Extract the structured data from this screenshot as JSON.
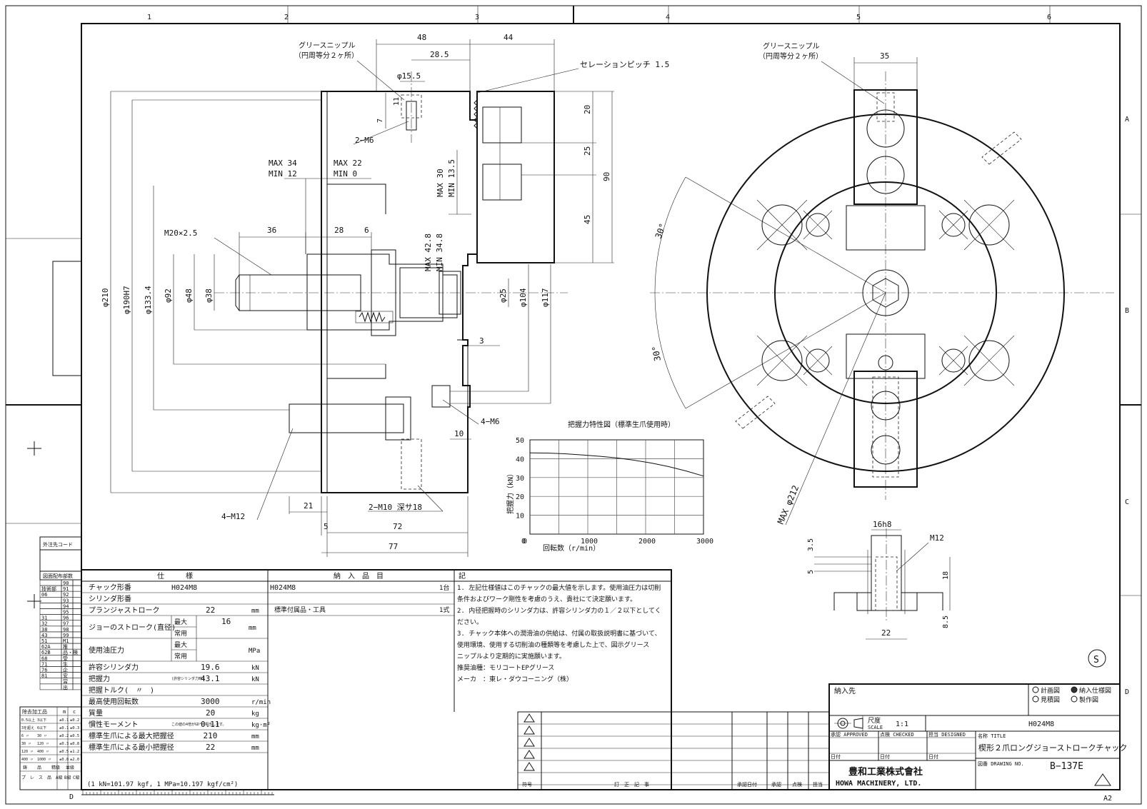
{
  "frame": {
    "zone_columns": [
      "1",
      "2",
      "3",
      "4",
      "5",
      "6"
    ],
    "zone_rows": [
      "A",
      "B",
      "C",
      "D"
    ],
    "bottom_left_letter": "D",
    "sheet_size": "A2"
  },
  "drawing_labels": {
    "grease_nipple": "グリースニップル",
    "grease_nipple_note": "（円周等分２ヶ所）",
    "serration_pitch": "セレーションピッチ 1.5",
    "d48": "48",
    "d44": "44",
    "d28_5": "28.5",
    "phi15_5": "φ15.5",
    "d11": "11",
    "d7": "7",
    "m6_2": "2−M6",
    "max34": "MAX 34",
    "min12": "MIN 12",
    "max22": "MAX 22",
    "min0": "MIN  0",
    "max30": "MAX 30",
    "min13_5": "MIN 13.5",
    "max42_8": "MAX 42.8",
    "min34_8": "MIN 34.8",
    "m20": "M20×2.5",
    "d36": "36",
    "d28": "28",
    "d6": "6",
    "d20": "20",
    "d25": "25",
    "d45": "45",
    "d90": "90",
    "phi210": "φ210",
    "phi190": "φ190H7",
    "phi133": "φ133.4",
    "phi92": "φ92",
    "phi48": "φ48",
    "phi38": "φ38",
    "phi25": "φ25",
    "phi104": "φ104",
    "phi117": "φ117",
    "d3": "3",
    "m6_4": "4−M6",
    "d10": "10",
    "m12_4": "4−M12",
    "m10": "2−M10 深サ18",
    "d21": "21",
    "d5": "5",
    "d72": "72",
    "d77": "77",
    "d35": "35",
    "deg30a": "30°",
    "deg30b": "30°",
    "maxphi212": "MAX φ212",
    "d16h8": "16h8",
    "m12": "M12",
    "d3_5": "3.5",
    "d5b": "5",
    "d18": "18",
    "d8_5": "8.5",
    "d22": "22",
    "s_mark": "S"
  },
  "chart_data": {
    "type": "line",
    "title": "把握力特性図（標準生爪使用時）",
    "xlabel": "回転数（r/min）",
    "ylabel": "把握力（kN）",
    "xlim": [
      0,
      3000
    ],
    "ylim": [
      0,
      50
    ],
    "x_ticks": [
      "0",
      "1000",
      "2000",
      "3000"
    ],
    "y_ticks": [
      "10",
      "20",
      "30",
      "40",
      "50"
    ],
    "grid": true,
    "x": [
      0,
      300,
      600,
      900,
      1200,
      1500,
      1800,
      2100,
      2400,
      2700,
      3000
    ],
    "y": [
      43.1,
      43.0,
      42.6,
      42.0,
      41.3,
      40.4,
      39.2,
      37.7,
      35.8,
      33.5,
      30.8
    ]
  },
  "left_table": {
    "ext_code": "外注先コード",
    "dist_title": "図面配布部数",
    "row_codes": [
      "90",
      "91",
      "92",
      "93",
      "94",
      "95",
      "96",
      "97",
      "98",
      "99",
      "M1",
      "推",
      "品・検",
      "受",
      "生",
      "企",
      "安",
      "営",
      "出"
    ],
    "left_codes": [
      "",
      "技術部",
      "06",
      "",
      "",
      "",
      "31",
      "32",
      "38",
      "43",
      "51",
      "62A",
      "62B",
      "68",
      "71",
      "76",
      "81",
      "",
      ""
    ],
    "proc_title": "除去加工品",
    "proc_cols": [
      "m",
      "c"
    ],
    "proc_rows": [
      [
        "0.5以上",
        "3以下",
        "±0.1",
        "±0.2"
      ],
      [
        "3を超え",
        "6以下",
        "±0.1",
        "±0.3"
      ],
      [
        "6 〃",
        "30 〃",
        "±0.2",
        "±0.5"
      ],
      [
        "30 〃",
        "120 〃",
        "±0.3",
        "±0.8"
      ],
      [
        "120 〃",
        "400 〃",
        "±0.5",
        "±1.2"
      ],
      [
        "400 〃",
        "1000 〃",
        "±0.8",
        "±2.0"
      ]
    ],
    "proc_footer": [
      "鋳",
      "品",
      "精級",
      "並級"
    ],
    "press_footer": [
      "プ",
      "レ",
      "ス",
      "品",
      "A級",
      "B級",
      "C級"
    ]
  },
  "spec": {
    "header": "仕　　　様",
    "rows": [
      {
        "label": "チャック形番",
        "value": "H024M8",
        "unit": ""
      },
      {
        "label": "シリンダ形番",
        "value": "",
        "unit": ""
      },
      {
        "label": "プランジャストローク",
        "value": "22",
        "unit": "mm"
      },
      {
        "label": "ジョーのストローク(直径)",
        "sub1": "最大",
        "v1": "16",
        "sub2": "常用",
        "v2": "",
        "unit": "mm"
      },
      {
        "label": "使用油圧力",
        "sub1": "最大",
        "v1": "",
        "sub2": "常用",
        "v2": "",
        "unit": "MPa"
      },
      {
        "label": "許容シリンダ力",
        "value": "19.6",
        "unit": "kN"
      },
      {
        "label": "把握力",
        "label_note": "(許容シリンダ力時)",
        "value": "43.1",
        "unit": "kN"
      },
      {
        "label": "把握トルク(　〃　)",
        "value": "",
        "unit": ""
      },
      {
        "label": "最高使用回転数",
        "value": "3000",
        "unit": "r/min"
      },
      {
        "label": "質量",
        "value": "20",
        "unit": "kg"
      },
      {
        "label": "慣性モーメント",
        "label_note": "この値の4倍がGD²に相当します。",
        "value": "0.11",
        "unit": "kg·m²"
      },
      {
        "label": "標準生爪による最大把握径",
        "value": "210",
        "unit": "mm"
      },
      {
        "label": "標準生爪による最小把握径",
        "value": "22",
        "unit": "mm"
      }
    ],
    "footer": "(1 kN=101.97 kgf, 1 MPa=10.197 kgf/cm²)"
  },
  "delivery": {
    "header": "納　入　品　目",
    "rows": [
      {
        "item": "H024M8",
        "qty": "1台"
      },
      {
        "item": "標準付属品・工具",
        "qty": "1式"
      }
    ]
  },
  "notes": {
    "header": "記",
    "lines": [
      "1. 左記仕様値はこのチャックの最大値を示します。使用油圧力は切削",
      "   条件およびワーク剛性を考慮のうえ、貴社にて決定願います。",
      "2. 内径把握時のシリンダ力は、許容シリンダ力の１／２以下としてく",
      "   ださい。",
      "3. チャック本体への潤滑油の供給は、付属の取扱説明書に基づいて、",
      "   使用環境、使用する切削油の種類等を考慮した上で、図示グリース",
      "   ニップルより定期的に実施願います。",
      "   推奨油種：モリコートEPグリース",
      "   メーカ　：東レ・ダウコーニング（株）"
    ]
  },
  "revision": {
    "col_headers": [
      "符号",
      "訂　正　記　事",
      "承認日付",
      "承認",
      "点検",
      "担当"
    ]
  },
  "title_block": {
    "customer_label": "納入先",
    "options": [
      {
        "label": "計画図",
        "checked": false
      },
      {
        "label": "納入仕様図",
        "checked": true
      },
      {
        "label": "見積図",
        "checked": false
      },
      {
        "label": "製作図",
        "checked": false
      }
    ],
    "scale_label": "尺度",
    "scale_label_en": "SCALE",
    "scale_value": "1:1",
    "model": "H024M8",
    "approved": "承認 APPROVED",
    "checked": "点検 CHECKED",
    "designed": "担当 DESIGNED",
    "date_label": "日付",
    "title_label": "名称 TITLE",
    "title": "楔形２爪ロングジョーストロークチャック",
    "company_jp": "豊和工業株式會社",
    "company_en": "HOWA MACHINERY, LTD.",
    "drawing_no_label": "図番 DRAWING NO.",
    "drawing_no": "B−137E"
  }
}
